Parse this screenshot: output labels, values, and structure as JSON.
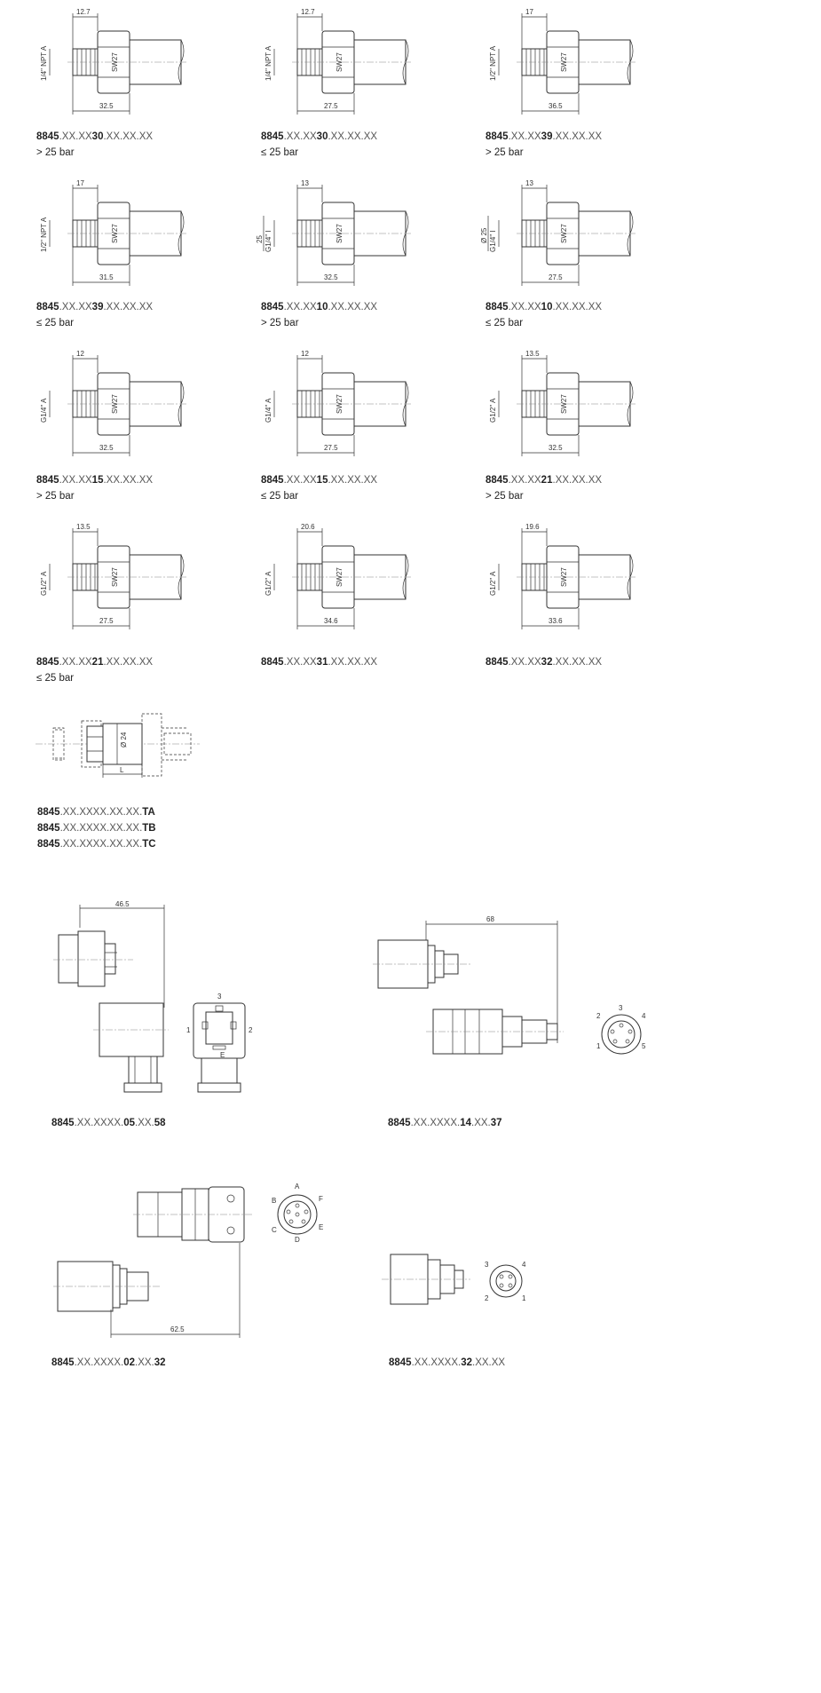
{
  "sensors": [
    {
      "code": {
        "a": "8845",
        "b": ".XX.XX",
        "c": "30",
        ".d": "",
        "d": ".XX.XX.XX"
      },
      "note": "> 25 bar",
      "dim_top": "12.7",
      "dim_bottom": "32.5",
      "thread": "1/4\" NPT A",
      "sw": "SW27"
    },
    {
      "code": {
        "a": "8845",
        "b": ".XX.XX",
        "c": "30",
        "d": ".XX.XX.XX"
      },
      "note": "≤ 25 bar",
      "dim_top": "12.7",
      "dim_bottom": "27.5",
      "thread": "1/4\" NPT A",
      "sw": "SW27"
    },
    {
      "code": {
        "a": "8845",
        "b": ".XX.XX",
        "c": "39",
        "d": ".XX.XX.XX"
      },
      "note": "> 25 bar",
      "dim_top": "17",
      "dim_bottom": "36.5",
      "thread": "1/2\" NPT A",
      "sw": "SW27"
    },
    {
      "code": {
        "a": "8845",
        "b": ".XX.XX",
        "c": "39",
        "d": ".XX.XX.XX"
      },
      "note": "≤ 25 bar",
      "dim_top": "17",
      "dim_bottom": "31.5",
      "thread": "1/2\" NPT A",
      "sw": "SW27"
    },
    {
      "code": {
        "a": "8845",
        "b": ".XX.XX",
        "c": "10",
        "d": ".XX.XX.XX"
      },
      "note": "> 25 bar",
      "dim_top": "13",
      "dim_bottom": "32.5",
      "thread": "G1/4\" I",
      "dia": "25",
      "sw": "SW27"
    },
    {
      "code": {
        "a": "8845",
        "b": ".XX.XX",
        "c": "10",
        "d": ".XX.XX.XX"
      },
      "note": "≤ 25 bar",
      "dim_top": "13",
      "dim_bottom": "27.5",
      "thread": "G1/4\" I",
      "dia": "Ø 25",
      "sw": "SW27"
    },
    {
      "code": {
        "a": "8845",
        "b": ".XX.XX",
        "c": "15",
        "d": ".XX.XX.XX"
      },
      "note": "> 25 bar",
      "dim_top": "12",
      "dim_bottom": "32.5",
      "thread": "G1/4\" A",
      "sw": "SW27"
    },
    {
      "code": {
        "a": "8845",
        "b": ".XX.XX",
        "c": "15",
        "d": ".XX.XX.XX"
      },
      "note": "≤ 25 bar",
      "dim_top": "12",
      "dim_bottom": "27.5",
      "thread": "G1/4\" A",
      "sw": "SW27"
    },
    {
      "code": {
        "a": "8845",
        "b": ".XX.XX",
        "c": "21",
        "d": ".XX.XX.XX"
      },
      "note": "> 25 bar",
      "dim_top": "13.5",
      "dim_bottom": "32.5",
      "thread": "G1/2\" A",
      "sw": "SW27"
    },
    {
      "code": {
        "a": "8845",
        "b": ".XX.XX",
        "c": "21",
        "d": ".XX.XX.XX"
      },
      "note": "≤ 25 bar",
      "dim_top": "13.5",
      "dim_bottom": "27.5",
      "thread": "G1/2\" A",
      "sw": "SW27"
    },
    {
      "code": {
        "a": "8845",
        "b": ".XX.XX",
        "c": "31",
        "d": ".XX.XX.XX"
      },
      "note": "",
      "dim_top": "20.6",
      "dim_bottom": "34.6",
      "thread": "G1/2\" A",
      "sw": "SW27"
    },
    {
      "code": {
        "a": "8845",
        "b": ".XX.XX",
        "c": "32",
        "d": ".XX.XX.XX"
      },
      "note": "",
      "dim_top": "19.6",
      "dim_bottom": "33.6",
      "thread": "G1/2\" A",
      "sw": "SW27"
    }
  ],
  "general": {
    "dia_label": "Ø 24",
    "len_label": "L",
    "codes": [
      {
        "a": "8845",
        "b": ".XX.XXXX.XX.XX.",
        "c": "TA"
      },
      {
        "a": "8845",
        "b": ".XX.XXXX.XX.XX.",
        "c": "TB"
      },
      {
        "a": "8845",
        "b": ".XX.XXXX.XX.XX.",
        "c": "TC"
      }
    ]
  },
  "connectors": [
    {
      "code": {
        "a": "8845",
        "b": ".XX.XXXX.",
        "c": "05",
        "d": ".XX.",
        "e": "58"
      },
      "dim": "46.5",
      "pins": [
        "3",
        "1",
        "2",
        "E"
      ]
    },
    {
      "code": {
        "a": "8845",
        "b": ".XX.XXXX.",
        "c": "14",
        "d": ".XX.",
        "e": "37"
      },
      "dim": "68",
      "pins": [
        "3",
        "2",
        "4",
        "1",
        "5"
      ]
    },
    {
      "code": {
        "a": "8845",
        "b": ".XX.XXXX.",
        "c": "02",
        "d": ".XX.",
        "e": "32"
      },
      "dim": "62.5",
      "pins": [
        "A",
        "B",
        "F",
        "C",
        "E",
        "D"
      ]
    },
    {
      "code": {
        "a": "8845",
        "b": ".XX.XXXX.",
        "c": "32",
        "d": ".XX.XX",
        "e": ""
      },
      "pins": [
        "3",
        "4",
        "2",
        "1"
      ]
    }
  ]
}
